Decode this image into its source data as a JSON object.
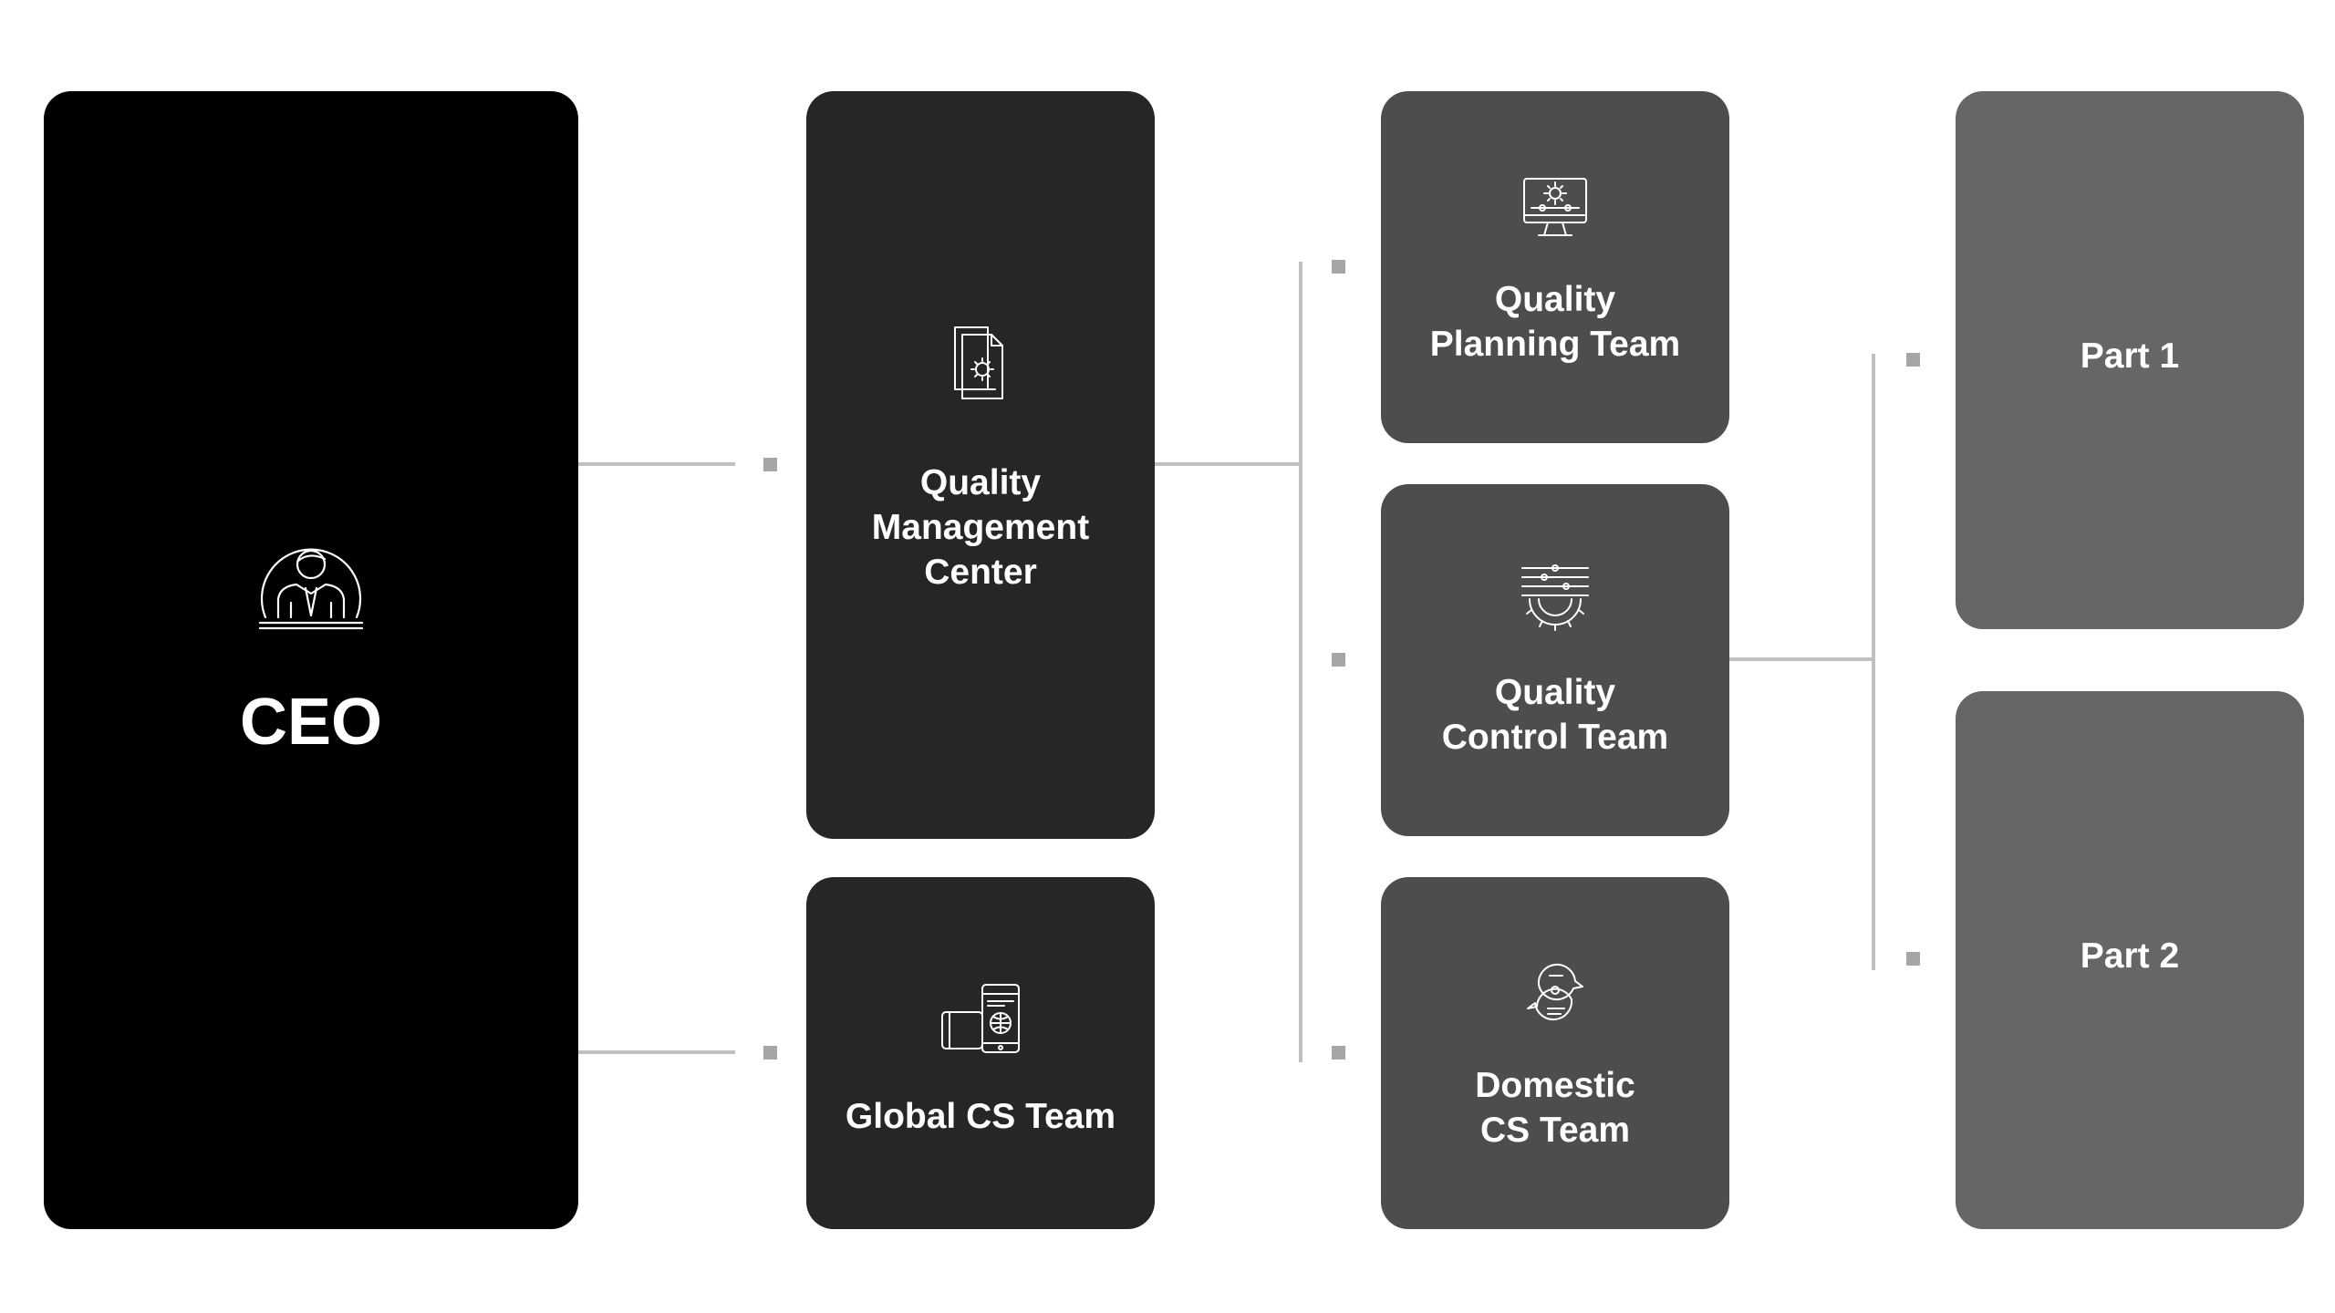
{
  "diagram": {
    "root": {
      "label": "CEO",
      "icon": "person-icon"
    },
    "level2": [
      {
        "id": "qmc",
        "label": "Quality\nManagement\nCenter",
        "icon": "document-gear-icon"
      },
      {
        "id": "gcs",
        "label": "Global CS Team",
        "icon": "devices-globe-icon"
      }
    ],
    "level3": [
      {
        "id": "qpt",
        "label": "Quality\nPlanning Team",
        "icon": "monitor-gear-icon"
      },
      {
        "id": "qct",
        "label": "Quality\nControl Team",
        "icon": "sliders-gear-icon"
      },
      {
        "id": "dcs",
        "label": "Domestic\nCS Team",
        "icon": "speech-bubbles-icon"
      }
    ],
    "level4": [
      {
        "id": "p1",
        "label": "Part 1"
      },
      {
        "id": "p2",
        "label": "Part 2"
      }
    ],
    "colors": {
      "root": "#000000",
      "level2": "#262626",
      "level3": "#4d4d4d",
      "level4": "#666666",
      "connector": "#c0c0c0",
      "marker": "#a6a6a6"
    }
  }
}
